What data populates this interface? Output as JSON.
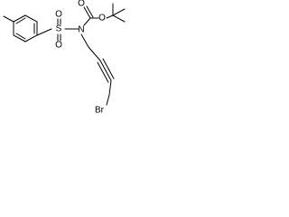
{
  "molecule": {
    "atoms": {
      "oxygen_sulfonyl_left": "O",
      "sulfur": "S",
      "oxygen_sulfonyl_bottom": "O",
      "nitrogen": "N",
      "oxygen_carbonyl": "O",
      "oxygen_ester": "O",
      "bromine": "Br"
    }
  }
}
